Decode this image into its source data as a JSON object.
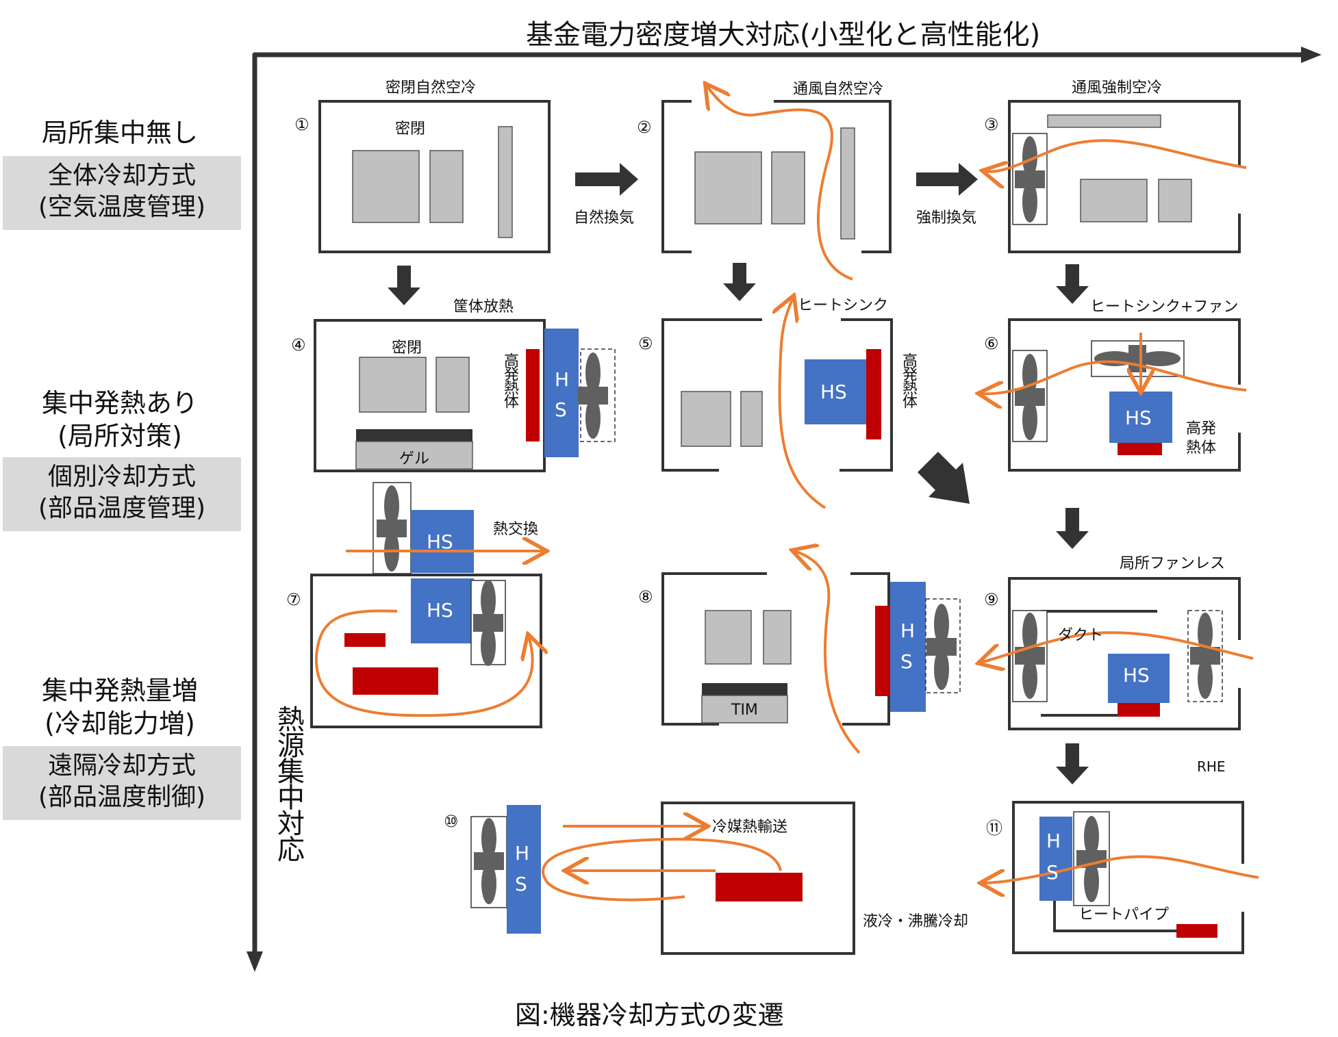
{
  "title_top": "基金電力密度増大対応(小型化と高性能化)",
  "axis_vertical": "熱源集中対応",
  "caption": "図:機器冷却方式の変遷",
  "rows": [
    {
      "heading": "局所集中無し",
      "box_line1": "全体冷却方式",
      "box_line2": "(空気温度管理)"
    },
    {
      "heading_line1": "集中発熱あり",
      "heading_line2": "(局所対策)",
      "box_line1": "個別冷却方式",
      "box_line2": "(部品温度管理)"
    },
    {
      "heading_line1": "集中発熱量増",
      "heading_line2": "(冷却能力増)",
      "box_line1": "遠隔冷却方式",
      "box_line2": "(部品温度制御)"
    }
  ],
  "panels": {
    "p1": {
      "num": "①",
      "title": "密閉自然空冷",
      "inner": "密閉"
    },
    "p2": {
      "num": "②",
      "title": "通風自然空冷"
    },
    "p3": {
      "num": "③",
      "title": "通風強制空冷"
    },
    "p4": {
      "num": "④",
      "title": "筐体放熱",
      "inner": "密閉",
      "hot": "高発熱体",
      "gel": "ゲル",
      "hs1": "H",
      "hs2": "S"
    },
    "p5": {
      "num": "⑤",
      "title": "ヒートシンク",
      "hs": "HS",
      "hot": "高発熱体"
    },
    "p6": {
      "num": "⑥",
      "title": "ヒートシンク+ファン",
      "hs": "HS",
      "hot_line1": "高発",
      "hot_line2": "熱体"
    },
    "p7": {
      "num": "⑦",
      "exchange": "熱交換",
      "hs_top": "HS",
      "hs_bottom": "HS"
    },
    "p8": {
      "num": "⑧",
      "tim": "TIM",
      "hs1": "H",
      "hs2": "S"
    },
    "p9": {
      "num": "⑨",
      "title": "局所ファンレス",
      "duct": "ダクト",
      "hs": "HS",
      "rhe": "RHE"
    },
    "p10": {
      "num": "⑩",
      "transport": "冷媒熱輸送",
      "hs1": "H",
      "hs2": "S",
      "liquid": "液冷・沸騰冷却"
    },
    "p11": {
      "num": "⑪",
      "hs1": "H",
      "hs2": "S",
      "heatpipe": "ヒートパイプ"
    }
  },
  "transitions": {
    "natural": "自然換気",
    "forced": "強制換気"
  },
  "colors": {
    "gray_fill": "#c0c0c0",
    "hs_blue": "#4472c4",
    "hot_red": "#c00000",
    "flow_orange": "#ed7d31",
    "arrow_dark": "#333333",
    "fan_gray": "#606060",
    "side_box": "#d9d9d9"
  }
}
